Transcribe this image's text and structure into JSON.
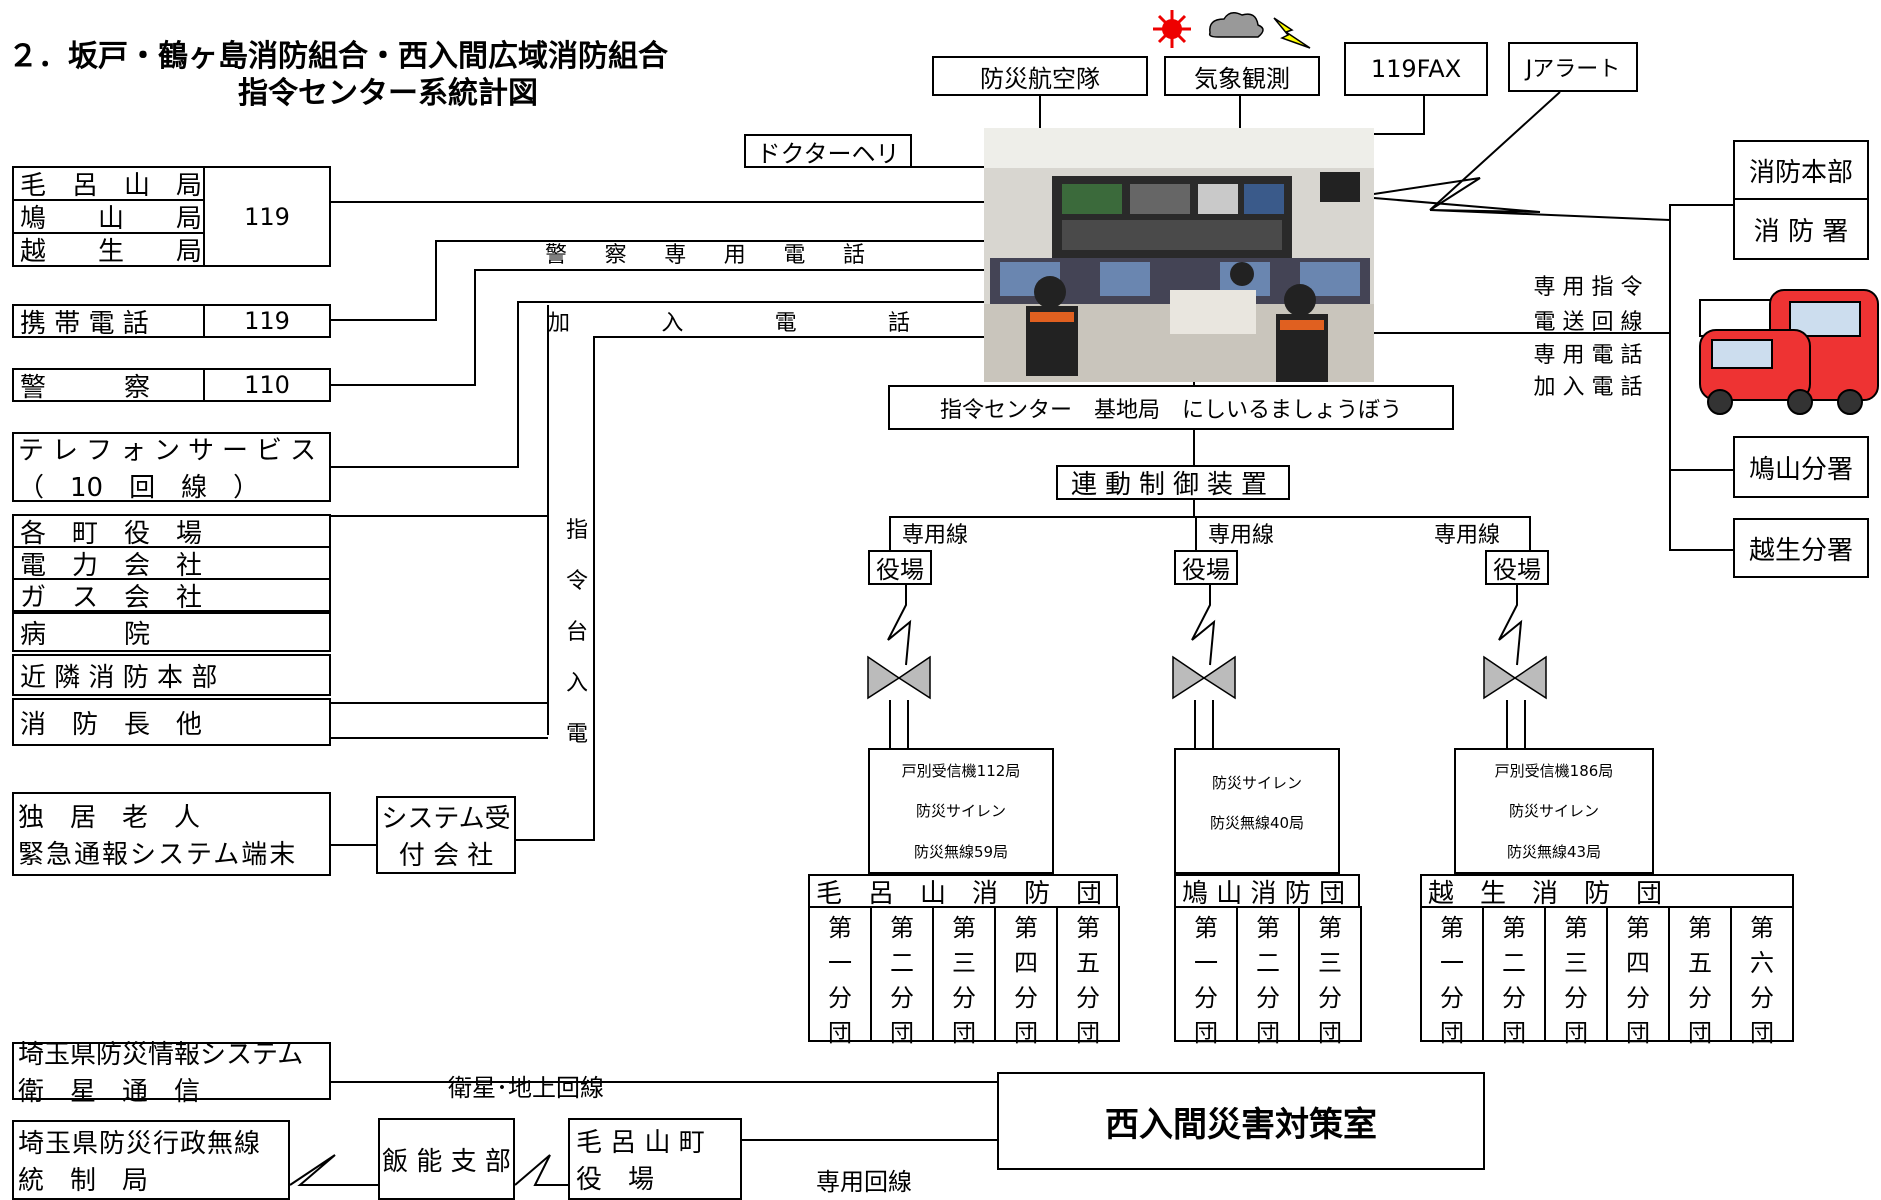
{
  "title": {
    "line1": "２．坂戸・鶴ヶ島消防組合・西入間広域消防組合",
    "line2": "指令センター系統計図"
  },
  "top": {
    "bousai_kouku": "防災航空隊",
    "kishou": "気象観測",
    "fax": "119FAX",
    "j_alert": "Jアラート",
    "doctor_heli": "ドクターヘリ"
  },
  "center": {
    "base": "指令センター　基地局　にしいるましょうぼう",
    "rendou": "連動制御装置"
  },
  "lines": {
    "keisatsu_senyou": [
      "警",
      "察",
      "専",
      "用",
      "電",
      "話"
    ],
    "kanyu": [
      "加",
      "入",
      "電",
      "話"
    ],
    "shirei": [
      "指",
      "令",
      "台",
      "入",
      "電"
    ]
  },
  "left": {
    "bureau1": "毛　呂　山　局",
    "bureau2": "鳩　　山　　局",
    "bureau3": "越　　生　　局",
    "num119": "119",
    "keitai": "携 帯 電 話",
    "keitai_num": "119",
    "keisatsu": "警　　　察",
    "keisatsu_num": "110",
    "tel_svc1": "テレフォンサービス",
    "tel_svc2": "（　10　回　線　）",
    "g1": "各　町　役　場",
    "g2": "電　力　会　社",
    "g3": "ガ　ス　会　社",
    "g4": "病　　　院",
    "g5": "近 隣 消 防 本 部",
    "g6": "消　防　長　他",
    "dokkyo1": "独　居　老　人",
    "dokkyo2": "緊急通報システム端末",
    "sys1": "システム受",
    "sys2": "付 会 社"
  },
  "right": {
    "honbu": "消防本部",
    "shobosho": "消 防 署",
    "r1": "専 用 指 令",
    "r2": "電 送 回 線",
    "r3": "専 用 電 話",
    "r4": "加 入 電 話",
    "hatoyama_bunsho": "鳩山分署",
    "ogose_bunsho": "越生分署"
  },
  "branches": {
    "senyousen": "専用線",
    "yakuba": "役場",
    "moro": {
      "l1": "戸別受信機112局",
      "l2": "防災サイレン",
      "l3": "防災無線59局",
      "name": "毛　呂　山　消　防　団"
    },
    "hato": {
      "l1": "防災サイレン",
      "l2": "防災無線40局",
      "name": "鳩 山 消 防 団"
    },
    "ogose": {
      "l1": "戸別受信機186局",
      "l2": "防災サイレン",
      "l3": "防災無線43局",
      "name": "越　生　消　防　団"
    }
  },
  "bundan": [
    [
      "第",
      "一",
      "分",
      "団"
    ],
    [
      "第",
      "二",
      "分",
      "団"
    ],
    [
      "第",
      "三",
      "分",
      "団"
    ],
    [
      "第",
      "四",
      "分",
      "団"
    ],
    [
      "第",
      "五",
      "分",
      "団"
    ],
    [
      "第",
      "六",
      "分",
      "団"
    ]
  ],
  "bottom": {
    "saitama1": "埼玉県防災情報システム",
    "saitama2": "衛　星　通　信",
    "eisei": "衛星･地上回線",
    "taisaku": "西入間災害対策室",
    "musen1": "埼玉県防災行政無線",
    "musen2": "統　制　局",
    "hanno": "飯 能 支 部",
    "moroyama1": "毛 呂 山 町",
    "moroyama2": "役　場",
    "senyou_kaisen": "専用回線"
  }
}
